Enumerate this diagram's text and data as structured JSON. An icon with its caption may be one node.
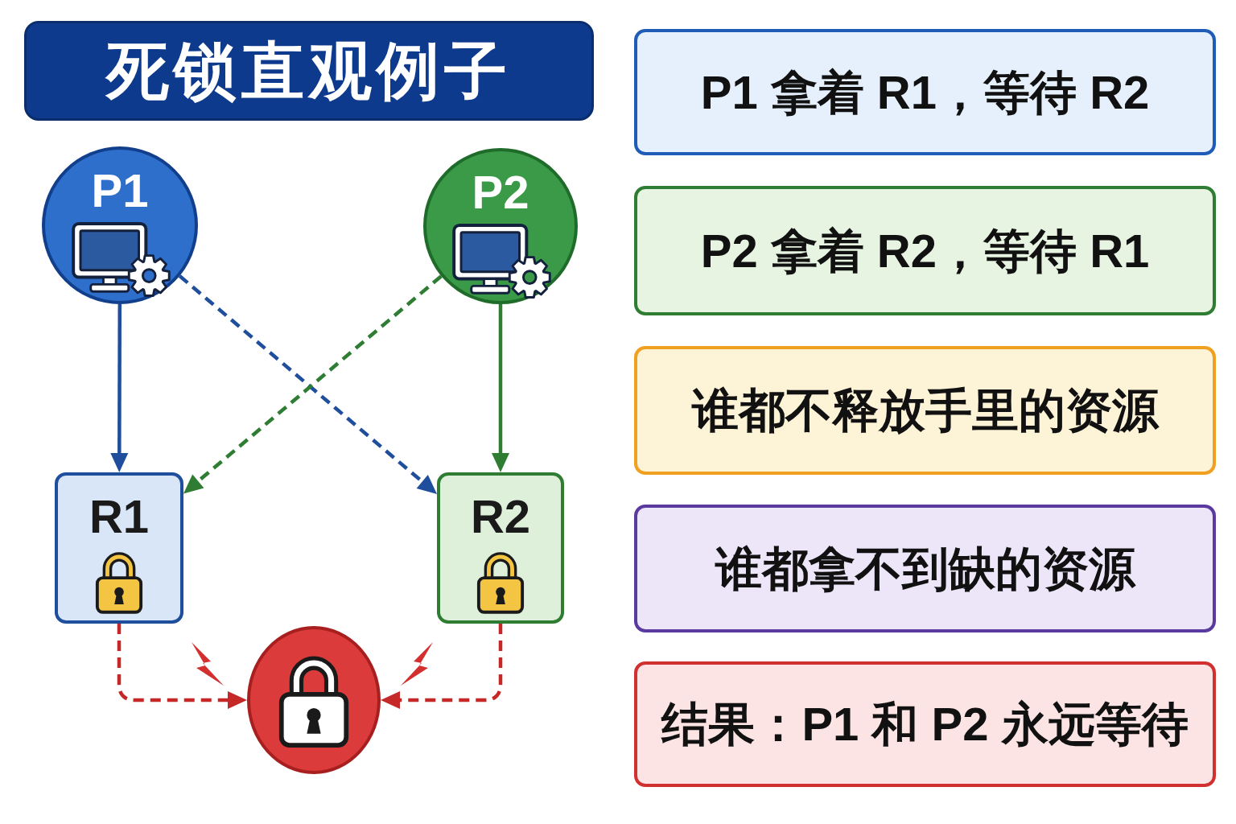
{
  "diagram": {
    "title": "死锁直观例子",
    "nodes": [
      {
        "text": [
          "P1"
        ]
      },
      {
        "text": [
          "P2"
        ]
      },
      {
        "text": [
          "R1"
        ]
      },
      {
        "text": [
          "R2"
        ]
      },
      {
        "text": [],
        "shape": "circle"
      },
      {
        "text": [
          "P1 拿着 R1，等待 R2"
        ]
      },
      {
        "text": [
          "P2 拿着 R2，等待 R1"
        ]
      },
      {
        "text": [
          "谁都不释放手里的资源"
        ]
      },
      {
        "text": [
          "谁都拿不到缺的资源"
        ]
      },
      {
        "text": [
          "结果：P1 和 P2 永远等待"
        ]
      }
    ],
    "edges": [
      {
        "from": 0,
        "to": 2,
        "arrow": "to",
        "color": "#1f4e9c"
      },
      {
        "from": 0,
        "to": 3,
        "arrow": "to",
        "style": "dashed",
        "color": "#1f4e9c"
      },
      {
        "from": 1,
        "to": 2,
        "arrow": "to",
        "style": "dashed",
        "color": "#2e7d32"
      },
      {
        "from": 1,
        "to": 3,
        "arrow": "to",
        "color": "#2e7d32"
      },
      {
        "from": 2,
        "to": 4,
        "arrow": "to",
        "style": "dashed",
        "color": "#c62828"
      },
      {
        "from": 3,
        "to": 4,
        "arrow": "to",
        "style": "dashed",
        "color": "#c62828"
      }
    ]
  }
}
